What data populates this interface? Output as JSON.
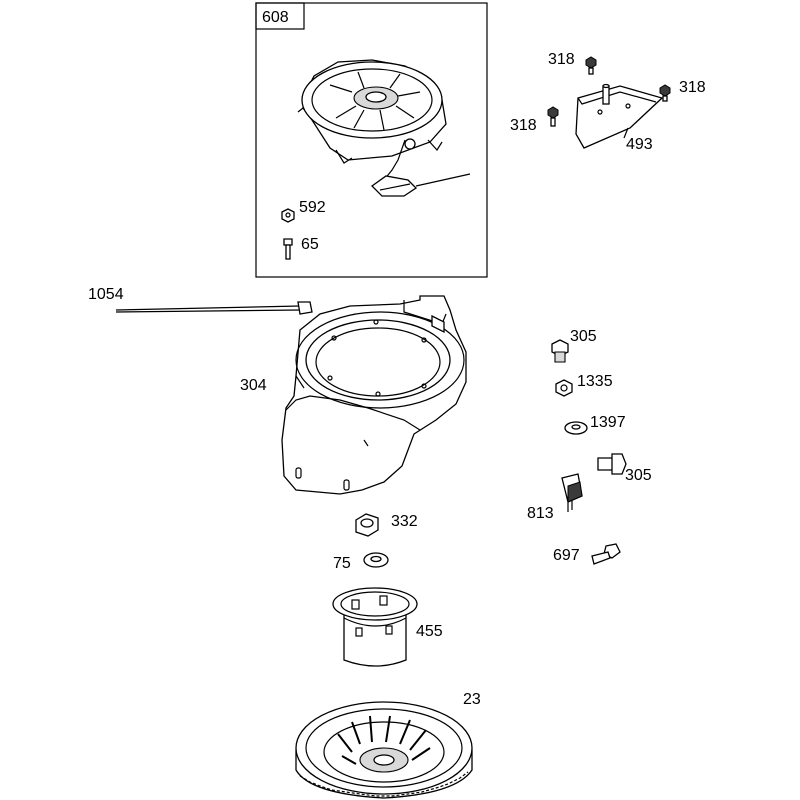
{
  "callouts": {
    "c608": "608",
    "c592": "592",
    "c65": "65",
    "c318a": "318",
    "c318b": "318",
    "c318c": "318",
    "c493": "493",
    "c1054": "1054",
    "c304": "304",
    "c305a": "305",
    "c1335": "1335",
    "c1397": "1397",
    "c305b": "305",
    "c813": "813",
    "c332": "332",
    "c75": "75",
    "c697": "697",
    "c455": "455",
    "c23": "23"
  }
}
